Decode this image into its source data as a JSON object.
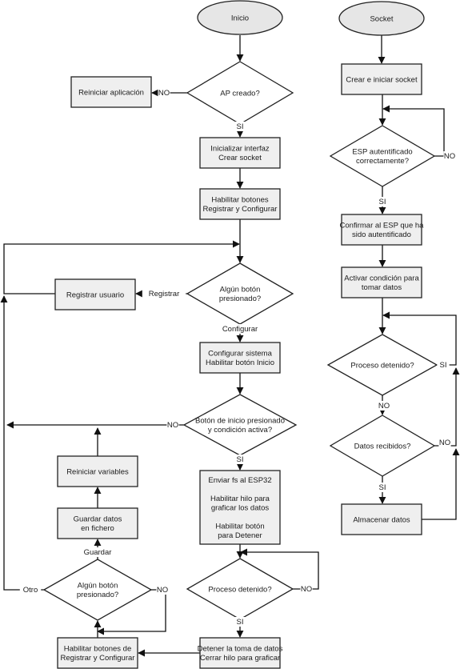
{
  "nodes": {
    "inicio": [
      "Inicio"
    ],
    "ap_creado": [
      "AP creado?"
    ],
    "reiniciar_app": [
      "Reiniciar aplicación"
    ],
    "init_interfaz": [
      "Inicializar interfaz",
      "Crear socket"
    ],
    "habilitar_botones": [
      "Habilitar botones",
      "Registrar y Configurar"
    ],
    "algun_boton": [
      "Algún botón",
      "presionado?"
    ],
    "registrar_usuario": [
      "Registrar usuario"
    ],
    "configurar_sistema": [
      "Configurar sistema",
      "Habilitar botón  Inicio"
    ],
    "boton_inicio": [
      "Botón de inicio presionado",
      "y condición activa?"
    ],
    "enviar_fs": [
      "Enviar fs al ESP32",
      "",
      "Habilitar hilo para",
      "graficar los datos",
      "",
      "Habilitar botón",
      "para Detener"
    ],
    "proceso_detenido_izq": [
      "Proceso detenido?"
    ],
    "detener_toma": [
      "Detener la toma de datos",
      "Cerrar hilo para graficar"
    ],
    "habilitar_botones2": [
      "Habilitar botones de",
      "Registrar y Configurar"
    ],
    "algun_boton2": [
      "Algún botón",
      "presionado?"
    ],
    "guardar_datos": [
      "Guardar datos",
      "en fichero"
    ],
    "reiniciar_variables": [
      "Reiniciar variables"
    ],
    "socket": [
      "Socket"
    ],
    "crear_socket": [
      "Crear e iniciar socket"
    ],
    "esp_autenticado": [
      "ESP autentificado",
      "correctamente?"
    ],
    "confirmar_esp": [
      "Confirmar al ESP que ha",
      "sido autentificado"
    ],
    "activar_condicion": [
      "Activar condición para",
      "tomar datos"
    ],
    "proceso_detenido_der": [
      "Proceso detenido?"
    ],
    "datos_recibidos": [
      "Datos recibidos?"
    ],
    "almacenar_datos": [
      "Almacenar datos"
    ]
  },
  "labels": {
    "no_ap": "NO",
    "si_ap": "SI",
    "registrar": "Registrar",
    "configurar": "Configurar",
    "no_inicio": "NO",
    "si_inicio": "SI",
    "no_proceso": "NO",
    "si_proceso": "SI",
    "otro": "Otro",
    "guardar": "Guardar",
    "no_algun2": "NO",
    "no_esp": "NO",
    "si_esp": "SI",
    "si_detenido_der": "SI",
    "no_detenido_der": "NO",
    "no_datos": "NO",
    "si_datos": "SI"
  },
  "colors": {
    "ellipse_fill": "#e6e6e6",
    "box_fill": "#efefef",
    "line": "#111111"
  }
}
